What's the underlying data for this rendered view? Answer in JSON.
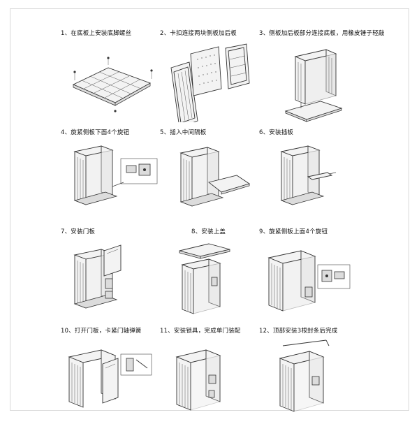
{
  "steps": [
    {
      "label": "1、在底板上安装底脚螺丝"
    },
    {
      "label": "2、卡扣连接两块侧板加后板"
    },
    {
      "label": "3、侧板加后板部分连接底板，用橡皮锤子轻敲"
    },
    {
      "label": "4、旋紧侧板下面4个旋钮"
    },
    {
      "label": "5、插入中间隔板"
    },
    {
      "label": "6、安装插板"
    },
    {
      "label": "7、安装门板"
    },
    {
      "label": "8、安装上盖"
    },
    {
      "label": "9、旋紧侧板上面4个旋钮"
    },
    {
      "label": "10、打开门板，卡紧门轴弹簧"
    },
    {
      "label": "11、安装锁具，完成单门装配"
    },
    {
      "label": "12、顶部安装3根封条后完成"
    }
  ]
}
